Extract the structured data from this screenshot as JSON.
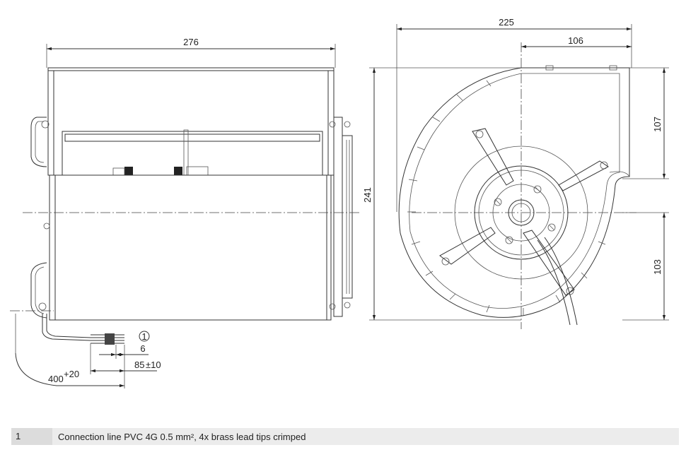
{
  "dimensions": {
    "width_left": "276",
    "width_right": "225",
    "outlet_offset": "106",
    "height": "241",
    "upper_to_center": "107",
    "lower_to_center": "103",
    "cable_length": "400",
    "cable_length_tol": "+20",
    "strip_short": "6",
    "strip_long": "85",
    "strip_long_tol": "±10"
  },
  "marker": "1",
  "legend": {
    "number": "1",
    "text": "Connection line PVC 4G 0.5 mm², 4x brass lead tips crimped"
  }
}
